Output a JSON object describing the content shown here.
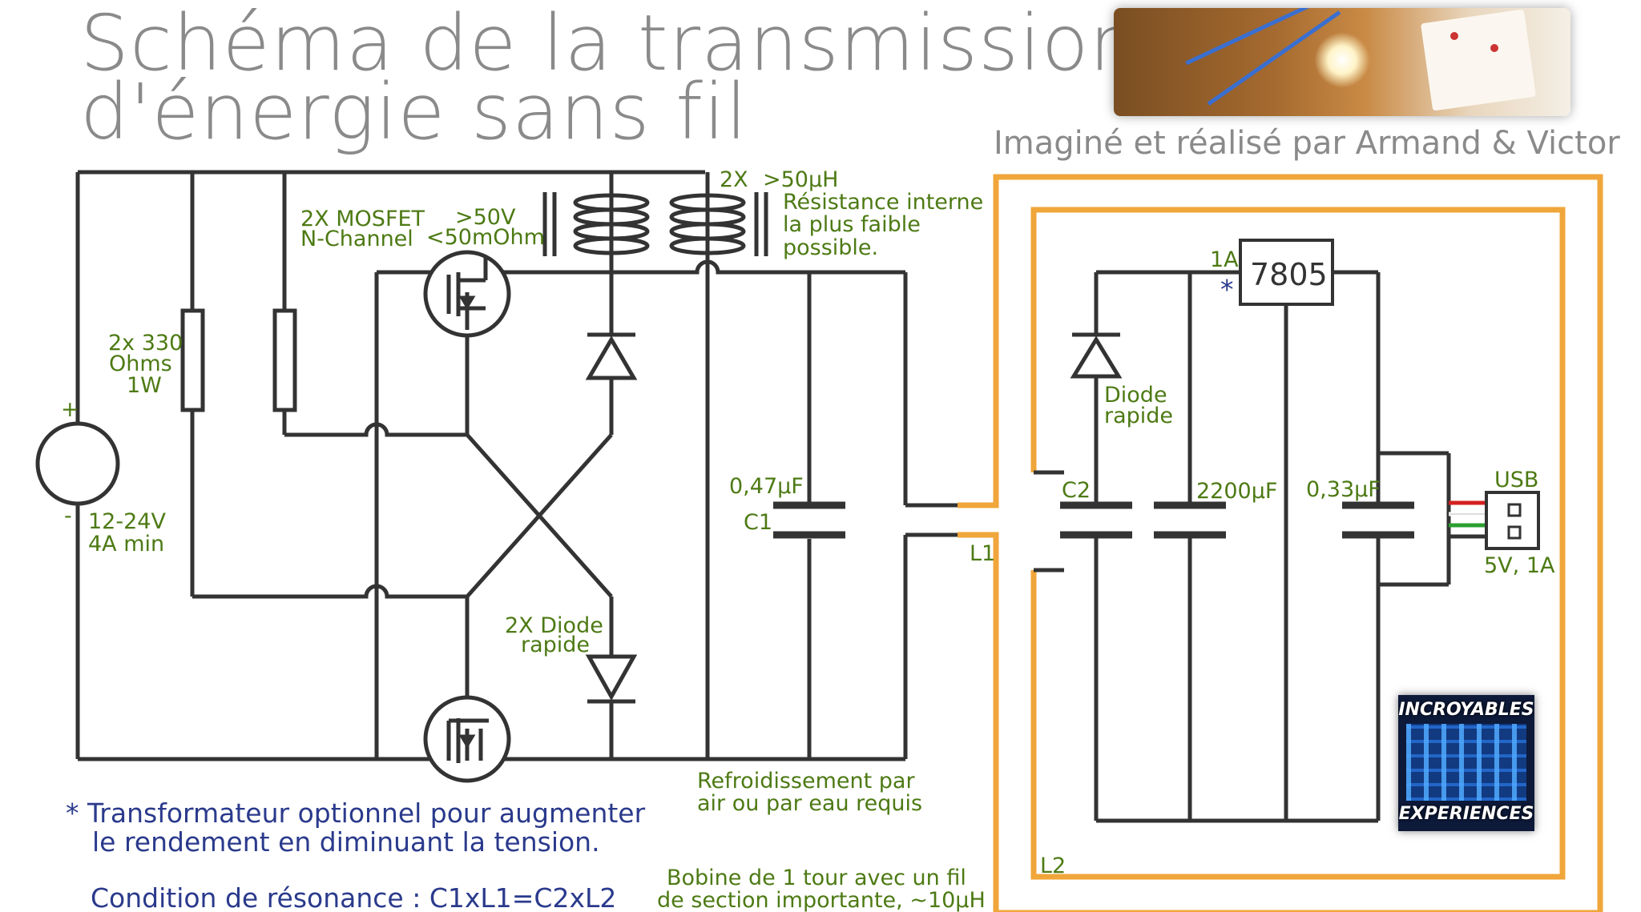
{
  "title": {
    "line1": "Schéma de la transmission",
    "line2": "d'énergie sans fil"
  },
  "credit": "Imaginé et réalisé par Armand & Victor",
  "labels": {
    "mosfet_line1": "2X MOSFET",
    "mosfet_line2": "N-Channel",
    "mosfet_v": ">50V",
    "mosfet_r": "<50mOhm",
    "coil_count": "2X",
    "coil_ind": ">50µH",
    "coil_note1": "Résistance interne",
    "coil_note2": "la plus faible",
    "coil_note3": "possible.",
    "res1": "2x 330",
    "res2": "Ohms",
    "res3": "1W",
    "plus": "+",
    "minus": "-",
    "supply1": "12-24V",
    "supply2": "4A min",
    "cap1_value": "0,47µF",
    "cap1_name": "C1",
    "l1": "L1",
    "diodes1": "2X Diode",
    "diodes2": "rapide",
    "cooling1": "Refroidissement par",
    "cooling2": "air ou par eau requis",
    "coil1": "Bobine de 1 tour avec un fil",
    "coil2": "de section importante, ~10µH",
    "rx_diode1": "Diode",
    "rx_diode2": "rapide",
    "c2": "C2",
    "cap2200": "2200µF",
    "cap033": "0,33µF",
    "reg_current": "1A",
    "asterisk": "*",
    "regulator": "7805",
    "usb": "USB",
    "usb_spec": "5V, 1A",
    "l2": "L2"
  },
  "notes": {
    "line1": "* Transformateur optionnel pour augmenter",
    "line2": "le rendement en diminuant la tension.",
    "resonance": "Condition de résonance : C1xL1=C2xL2"
  },
  "logo": {
    "line1": "INCROYABLES",
    "line2": "EXPERIENCES"
  },
  "colors": {
    "wire": "#333333",
    "coil_outline": "#f0a63a",
    "label_green": "#4d7a14",
    "label_blue": "#2a3a8c",
    "title_grey": "#8a8a8a"
  }
}
